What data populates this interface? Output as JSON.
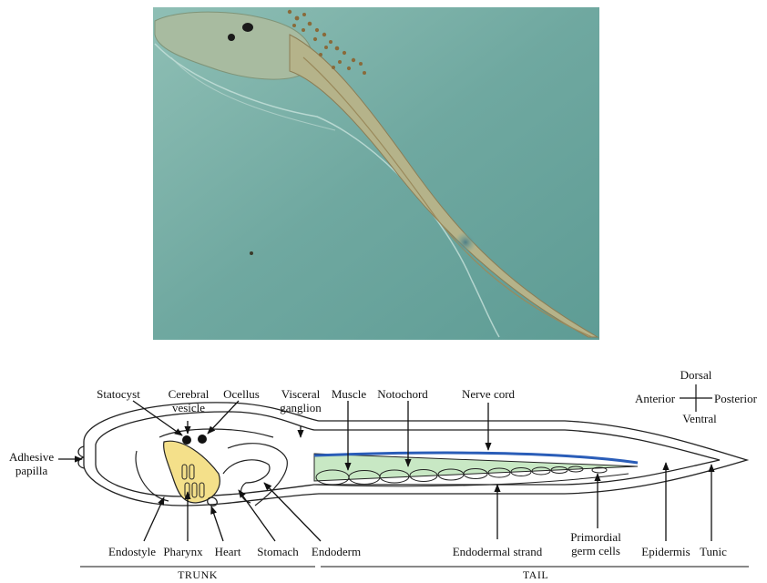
{
  "labels": {
    "statocyst": "Statocyst",
    "cerebral_vesicle": "Cerebral\nvesicle",
    "ocellus": "Ocellus",
    "visceral_ganglion": "Visceral\nganglion",
    "muscle": "Muscle",
    "notochord": "Notochord",
    "nerve_cord": "Nerve cord",
    "adhesive_papilla": "Adhesive\npapilla",
    "endostyle": "Endostyle",
    "pharynx": "Pharynx",
    "heart": "Heart",
    "stomach": "Stomach",
    "endoderm": "Endoderm",
    "endodermal_strand": "Endodermal strand",
    "primordial_germ_cells": "Primordial\ngerm cells",
    "epidermis": "Epidermis",
    "tunic": "Tunic"
  },
  "axes": {
    "dorsal": "Dorsal",
    "ventral": "Ventral",
    "anterior": "Anterior",
    "posterior": "Posterior"
  },
  "sections": {
    "trunk": "TRUNK",
    "tail": "TAIL"
  },
  "colors": {
    "photo_bg": "#6fa8a0",
    "pharynx_fill": "#f4e08a",
    "nerve_cord": "#2a5db8",
    "notochord_fill": "#c8e8c4"
  }
}
